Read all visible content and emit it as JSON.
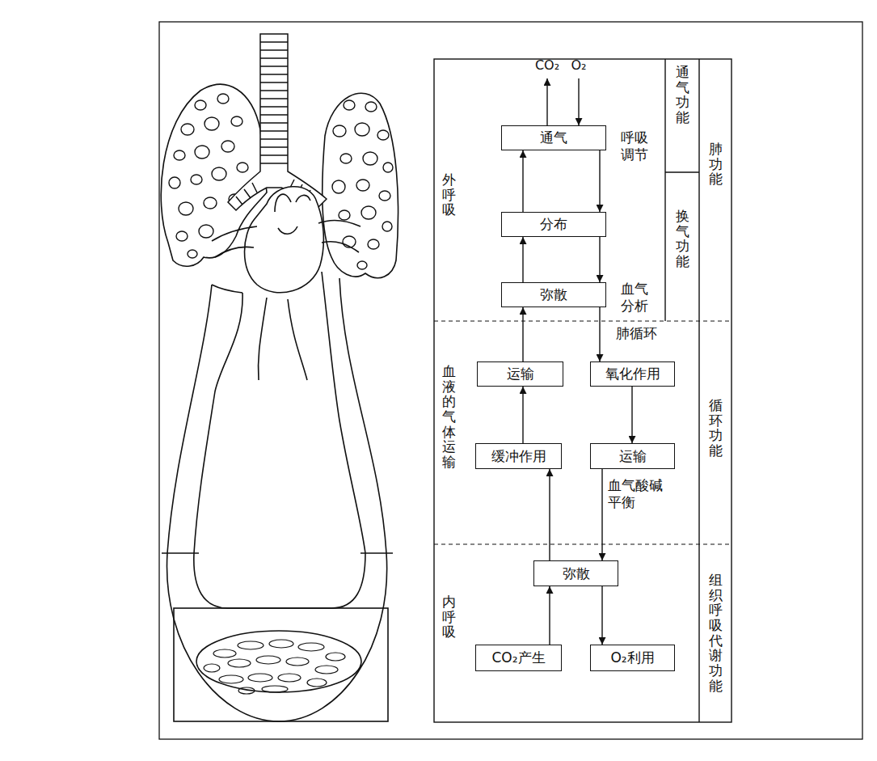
{
  "diagram": {
    "nodes": [
      {
        "text": [
          "通气"
        ]
      },
      {
        "text": [
          "分布"
        ]
      },
      {
        "text": [
          "弥散"
        ]
      },
      {
        "text": [
          "运输"
        ]
      },
      {
        "text": [
          "氧化作用"
        ]
      },
      {
        "text": [
          "缓冲作用"
        ]
      },
      {
        "text": [
          "运输"
        ]
      },
      {
        "text": [
          "弥散"
        ]
      },
      {
        "text": [
          "CO₂产生"
        ]
      },
      {
        "text": [
          "O₂利用"
        ]
      }
    ],
    "edges": [
      {
        "from": 1,
        "to": 0,
        "arrow": "to"
      },
      {
        "from": 0,
        "to": 1,
        "arrow": "to"
      },
      {
        "from": 2,
        "to": 1,
        "arrow": "to"
      },
      {
        "from": 1,
        "to": 2,
        "arrow": "to"
      },
      {
        "from": 3,
        "to": 2,
        "arrow": "to"
      },
      {
        "from": 2,
        "to": 4,
        "arrow": "to"
      },
      {
        "from": 5,
        "to": 3,
        "arrow": "to"
      },
      {
        "from": 4,
        "to": 6,
        "arrow": "to"
      },
      {
        "from": 6,
        "to": 7,
        "arrow": "to"
      },
      {
        "from": 7,
        "to": 5,
        "arrow": "to"
      },
      {
        "from": 8,
        "to": 7,
        "arrow": "to"
      },
      {
        "from": 7,
        "to": 9,
        "arrow": "to"
      }
    ],
    "labels": [
      "CO₂",
      "O₂",
      "呼吸调节",
      "血气分析",
      "肺循环",
      "血气酸碱平衡",
      "外呼吸",
      "血液的气体运输",
      "内呼吸",
      "通气功能",
      "换气功能",
      "肺功能",
      "循环功能",
      "组织呼吸代谢功能"
    ]
  }
}
